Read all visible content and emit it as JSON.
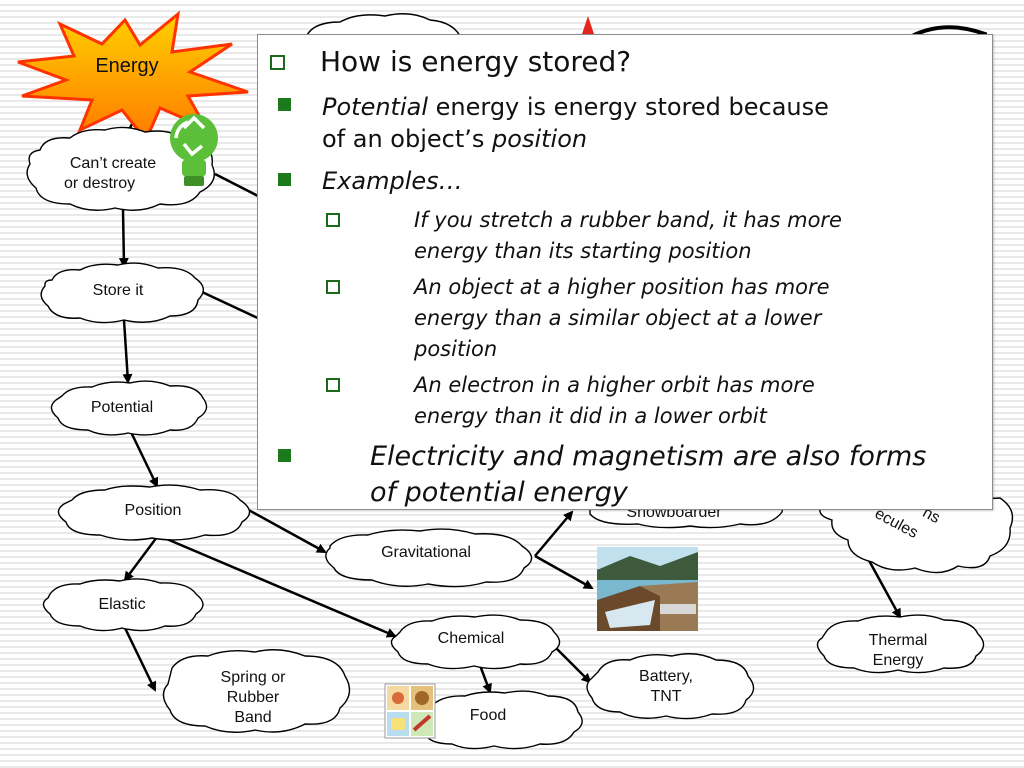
{
  "concept_map": {
    "energy": "Energy",
    "cant_create_line1": "Can’t create",
    "cant_create_line2": "or destroy",
    "store_it": "Store it",
    "potential": "Potential",
    "position": "Position",
    "elastic": "Elastic",
    "spring_line1": "Spring or",
    "spring_line2": "Rubber",
    "spring_line3": "Band",
    "gravitational": "Gravitational",
    "chemical": "Chemical",
    "food": "Food",
    "battery_line1": "Battery,",
    "battery_line2": "TNT",
    "snowboarder": "Snowboarder",
    "molecules_partial_1": "ns",
    "molecules_partial_2": "ecules",
    "thermal_line1": "Thermal",
    "thermal_line2": "Energy"
  },
  "callout": {
    "heading": "How is energy stored?",
    "b1_em1": "Potential",
    "b1_text": " energy is energy stored because",
    "b1_line2": "of an object’s ",
    "b1_em2": "position",
    "b2": "Examples…",
    "s1_line1": "If you stretch a rubber band, it has more",
    "s1_line2": "energy than its starting position",
    "s2_line1": "An object at a higher position has more",
    "s2_line2": "energy than a similar object at a lower",
    "s2_line3": "position",
    "s3_line1": "An electron in a higher orbit has more",
    "s3_line2": "energy than it did in a lower orbit",
    "b3_line1": "Electricity and magnetism are also forms",
    "b3_line2": "of potential energy"
  },
  "icons": {
    "recycle_bulb": "recycle-lightbulb-icon",
    "dam": "dam-picture",
    "food": "food-groups-icon",
    "starburst": "starburst-icon",
    "red_star": "red-star-icon"
  },
  "colors": {
    "starburst_fill": "#ff9a00",
    "starburst_outer": "#ff3300",
    "bullet_green": "#1c7a1c",
    "recycle_green": "#5cbf3a",
    "star_red": "#e5261d"
  }
}
